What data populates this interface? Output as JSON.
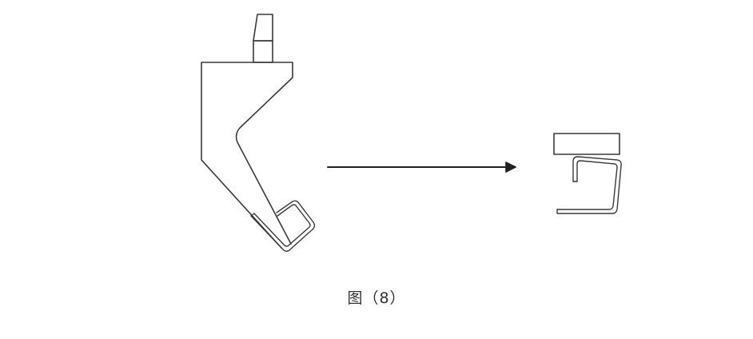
{
  "figure": {
    "caption": "图（8）",
    "stroke_color": "#3a3a3a",
    "background": "#ffffff"
  },
  "diagram": {
    "left_element": "press-brake-punch-with-bent-sheet",
    "connector": "arrow-right",
    "right_element": "die-block-with-formed-part"
  }
}
